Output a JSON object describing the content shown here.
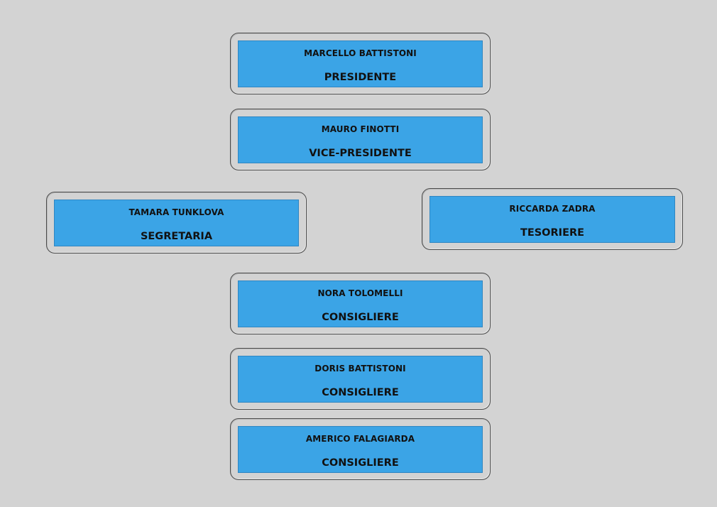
{
  "members": [
    {
      "name": "MARCELLO BATTISTONI",
      "role": "PRESIDENTE"
    },
    {
      "name": "MAURO FINOTTI",
      "role": "VICE-PRESIDENTE"
    },
    {
      "name": "TAMARA TUNKLOVA",
      "role": "SEGRETARIA"
    },
    {
      "name": "RICCARDA ZADRA",
      "role": "TESORIERE"
    },
    {
      "name": "NORA TOLOMELLI",
      "role": "CONSIGLIERE"
    },
    {
      "name": "DORIS BATTISTONI",
      "role": "CONSIGLIERE"
    },
    {
      "name": "AMERICO FALAGIARDA",
      "role": "CONSIGLIERE"
    }
  ],
  "colors": {
    "background": "#d3d3d3",
    "card_fill": "#3ba4e6",
    "card_border": "#4a4a4a",
    "text": "#111111"
  }
}
